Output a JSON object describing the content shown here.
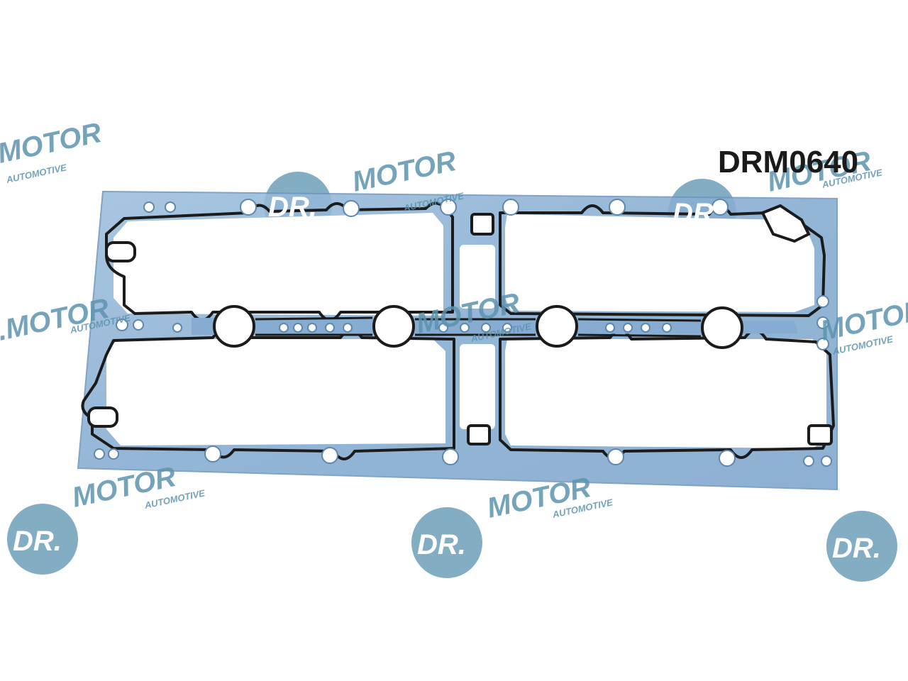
{
  "product": {
    "part_number": "DRM0640"
  },
  "watermark": {
    "brand": "DR.MOTOR",
    "tagline": "AUTOMOTIVE"
  },
  "colors": {
    "gasket_blue": "#8fb4d6",
    "seal_black": "#1b1b1b",
    "watermark_teal": "#5b93ae",
    "background": "#ffffff"
  }
}
